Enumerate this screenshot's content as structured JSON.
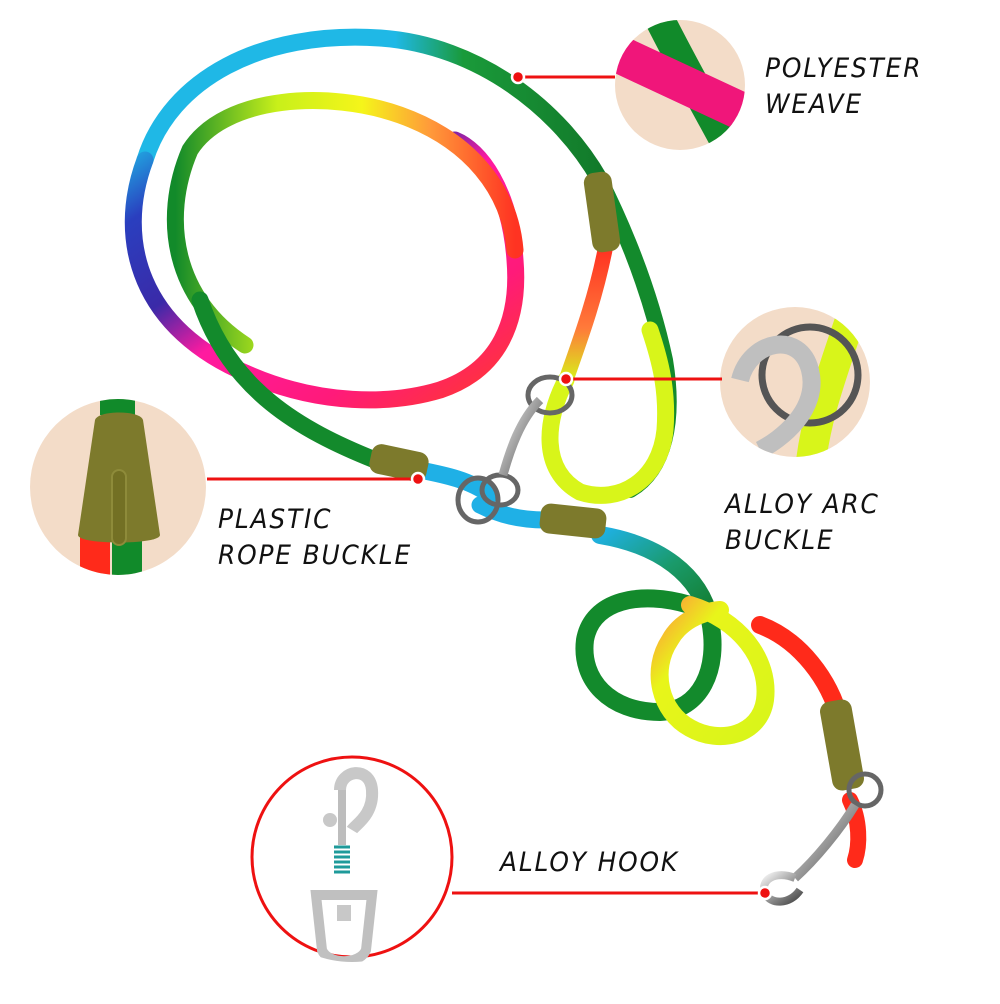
{
  "colors": {
    "background": "#ffffff",
    "callout_line": "#ee1111",
    "callout_dot": "#ee1111",
    "detail_circle_fill": "#f3dcc8",
    "hook_circle_border": "#ee1111",
    "buckle_olive": "#7d7a2c",
    "label_text": "#111111"
  },
  "callouts": [
    {
      "id": "polyester-weave",
      "lines": [
        "POLYESTER",
        "WEAVE"
      ],
      "dot": [
        518,
        77
      ],
      "detail": "pink braided cord over green cord"
    },
    {
      "id": "alloy-arc-buckle",
      "lines": [
        "ALLOY ARC",
        "BUCKLE"
      ],
      "dot": [
        566,
        379
      ],
      "detail": "metal ring with snap clip on yellow-green cord"
    },
    {
      "id": "plastic-rope-buckle",
      "lines": [
        "PLASTIC",
        "ROPE BUCKLE"
      ],
      "dot": [
        418,
        479
      ],
      "detail": "olive plastic sleeve joining red and green cords"
    },
    {
      "id": "alloy-hook",
      "lines": [
        "ALLOY HOOK"
      ],
      "dot": [
        765,
        893
      ],
      "detail": "silver swivel snap hook with teal spring"
    }
  ]
}
